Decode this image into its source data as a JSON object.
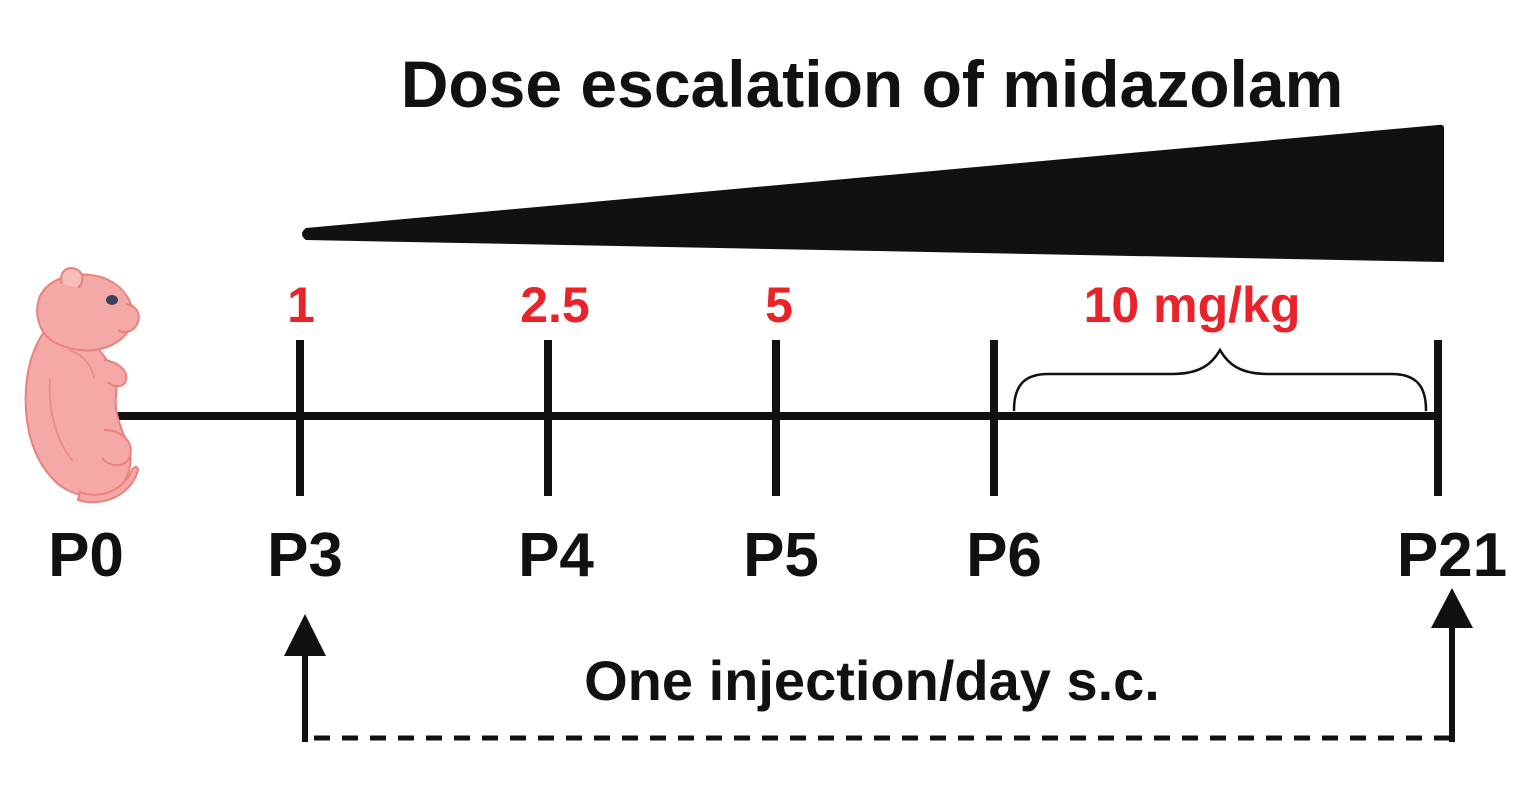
{
  "title": "Dose escalation of midazolam",
  "colors": {
    "ink": "#111111",
    "dose": "#e8242a",
    "pup_body": "#f4a9a6",
    "pup_shade": "#e8827f"
  },
  "doses": {
    "p3": "1",
    "p4": "2.5",
    "p5": "5",
    "p6_p21": "10 mg/kg"
  },
  "days": {
    "p0": "P0",
    "p3": "P3",
    "p4": "P4",
    "p5": "P5",
    "p6": "P6",
    "p21": "P21"
  },
  "injection_note": "One injection/day s.c.",
  "icons": {
    "pup": "newborn-mouse-pup-icon"
  }
}
